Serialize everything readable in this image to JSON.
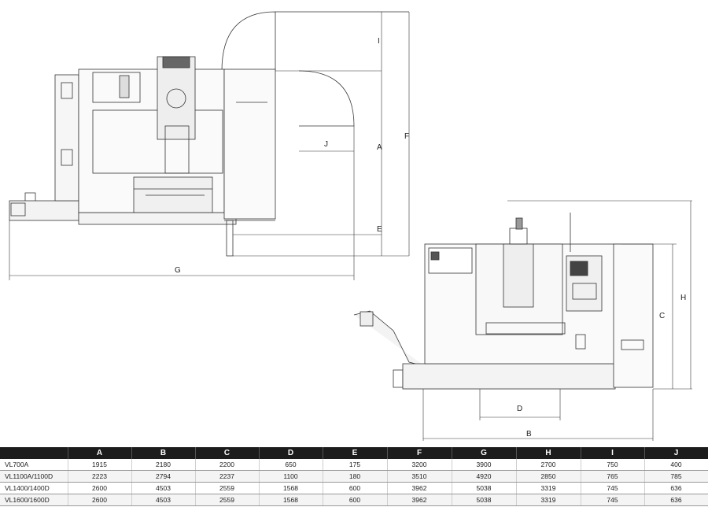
{
  "dimension_labels": {
    "side": [
      "I",
      "J",
      "A",
      "F",
      "E",
      "G"
    ],
    "front": [
      "D",
      "B",
      "C",
      "H"
    ]
  },
  "table": {
    "headers": [
      "",
      "A",
      "B",
      "C",
      "D",
      "E",
      "F",
      "G",
      "H",
      "I",
      "J"
    ],
    "rows": [
      [
        "VL700A",
        "1915",
        "2180",
        "2200",
        "650",
        "175",
        "3200",
        "3900",
        "2700",
        "750",
        "400"
      ],
      [
        "VL1100A/1100D",
        "2223",
        "2794",
        "2237",
        "1100",
        "180",
        "3510",
        "4920",
        "2850",
        "765",
        "785"
      ],
      [
        "VL1400/1400D",
        "2600",
        "4503",
        "2559",
        "1568",
        "600",
        "3962",
        "5038",
        "3319",
        "745",
        "636"
      ],
      [
        "VL1600/1600D",
        "2600",
        "4503",
        "2559",
        "1568",
        "600",
        "3962",
        "5038",
        "3319",
        "745",
        "636"
      ]
    ]
  }
}
